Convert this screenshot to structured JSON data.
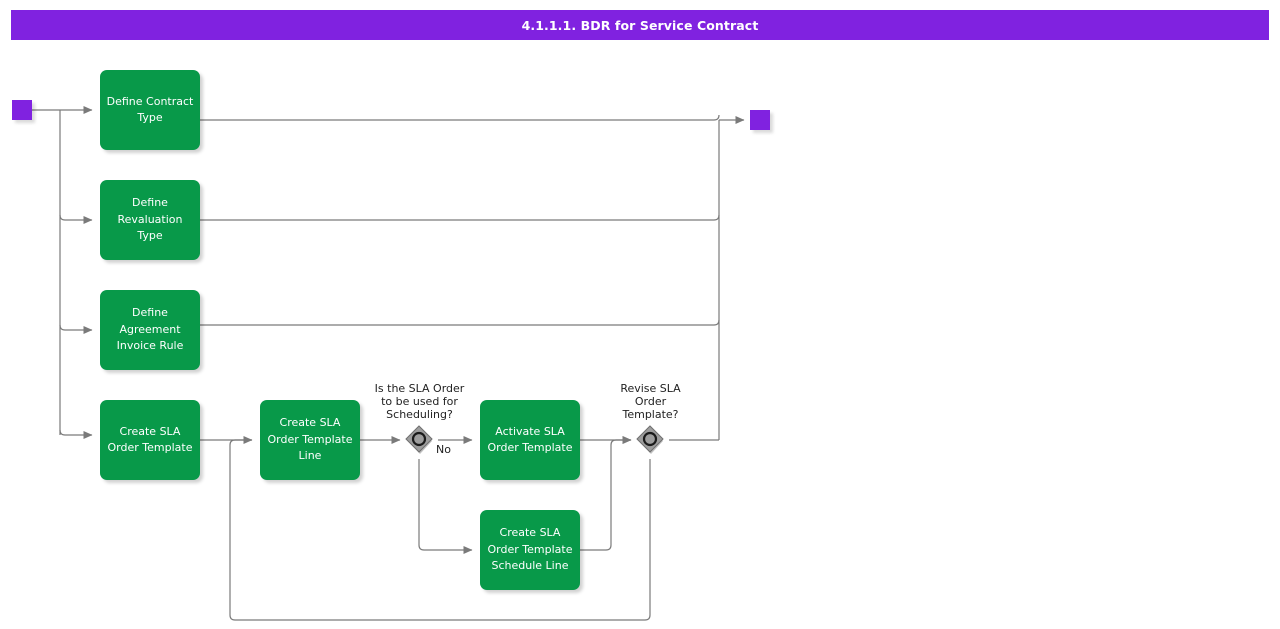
{
  "header": {
    "title": "4.1.1.1. BDR for Service Contract"
  },
  "colors": {
    "header_purple": "#8022e0",
    "node_green": "#089949",
    "gateway_grey": "#9a9a9a",
    "connector_grey": "#7a7a7a",
    "node_text": "#ffffff",
    "label_text": "#222222"
  },
  "endpoints": [
    {
      "name": "start-event",
      "label": ""
    },
    {
      "name": "end-event",
      "label": ""
    }
  ],
  "nodes": [
    {
      "id": "define-contract-type",
      "label": "Define Contract\nType"
    },
    {
      "id": "define-revaluation-type",
      "label": "Define\nRevaluation\nType"
    },
    {
      "id": "define-agreement-invoice-rule",
      "label": "Define\nAgreement\nInvoice Rule"
    },
    {
      "id": "create-sla-order-template",
      "label": "Create SLA\nOrder Template"
    },
    {
      "id": "create-sla-order-template-line",
      "label": "Create SLA\nOrder Template\nLine"
    },
    {
      "id": "activate-sla-order-template",
      "label": "Activate SLA\nOrder Template"
    },
    {
      "id": "create-sla-order-template-schedule-line",
      "label": "Create SLA\nOrder Template\nSchedule Line"
    }
  ],
  "gateways": [
    {
      "id": "gateway-scheduling",
      "label": "Is the SLA Order\nto be used for\nScheduling?"
    },
    {
      "id": "gateway-revise",
      "label": "Revise SLA\nOrder\nTemplate?"
    }
  ],
  "edge_labels": [
    {
      "id": "edge-label-no",
      "label": "No"
    }
  ]
}
